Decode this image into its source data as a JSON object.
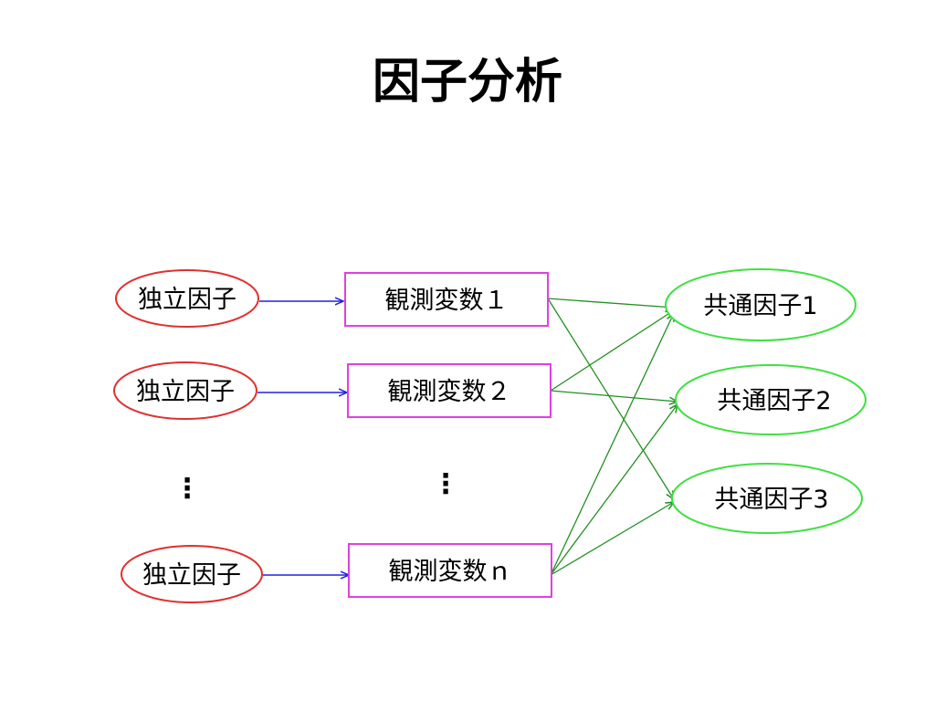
{
  "title": "因子分析",
  "colors": {
    "independent_factor": "#e03030",
    "observed_variable": "#e040e0",
    "common_factor": "#40e040",
    "input_arrow": "#2020e0",
    "loading_line": "#209020"
  },
  "independent_factors": [
    {
      "label": "独立因子"
    },
    {
      "label": "独立因子"
    },
    {
      "label": "独立因子"
    }
  ],
  "observed_variables": [
    {
      "label": "観測変数１"
    },
    {
      "label": "観測変数２"
    },
    {
      "label": "観測変数ｎ"
    }
  ],
  "common_factors": [
    {
      "label": "共通因子1"
    },
    {
      "label": "共通因子2"
    },
    {
      "label": "共通因子3"
    }
  ],
  "ellipsis": "⋮"
}
